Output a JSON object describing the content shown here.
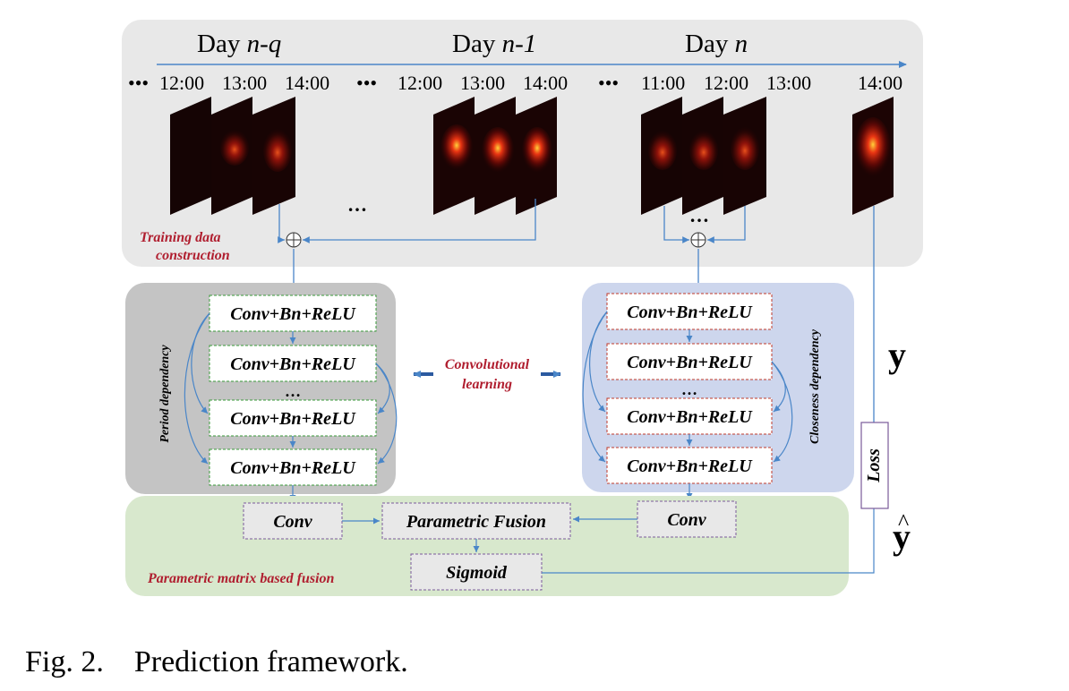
{
  "days": [
    {
      "label_main": "Day ",
      "label_var": "n-q",
      "times": [
        "12:00",
        "13:00",
        "14:00"
      ]
    },
    {
      "label_main": "Day ",
      "label_var": "n-1",
      "times": [
        "12:00",
        "13:00",
        "14:00"
      ]
    },
    {
      "label_main": "Day ",
      "label_var": "n",
      "times": [
        "11:00",
        "12:00",
        "13:00"
      ]
    }
  ],
  "target_time": "14:00",
  "ellipsis": "•••",
  "gap_ellipsis": "…",
  "training_label": [
    "Training data",
    "construction"
  ],
  "period_label": "Period dependency",
  "closeness_label": "Closeness dependency",
  "conv_block": "Conv+Bn+ReLU",
  "block_ellipsis": "…",
  "convolutional_learning": [
    "Convolutional",
    "learning"
  ],
  "conv": "Conv",
  "fusion": "Parametric Fusion",
  "sigmoid": "Sigmoid",
  "fusion_label": "Parametric matrix based fusion",
  "loss": "Loss",
  "y_label": "y",
  "yhat_label": "y",
  "yhat_hat": "^",
  "caption": "Fig. 2.    Prediction framework.",
  "colors": {
    "top_panel": "#e8e8e8",
    "period_panel": "#c4c4c4",
    "closeness_panel": "#cdd6ed",
    "fusion_panel": "#d8e8cd",
    "arrow": "#4a86c8",
    "label_red": "#b01e2f",
    "green_border": "#3a9a3a",
    "red_border": "#c0392b",
    "purple_border": "#7a5a9a"
  }
}
